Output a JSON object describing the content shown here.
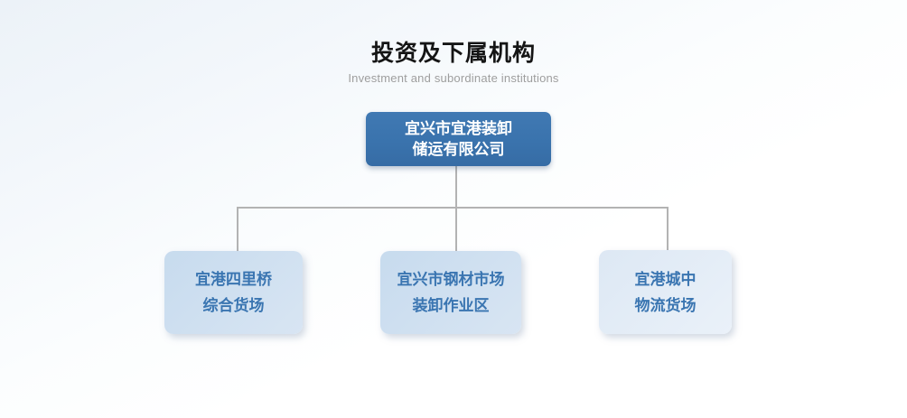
{
  "page": {
    "title": "投资及下属机构",
    "subtitle": "Investment and subordinate institutions"
  },
  "org_chart": {
    "root": {
      "name": "宜兴市宜港装卸储运有限公司",
      "line1": "宜兴市宜港装卸",
      "line2": "储运有限公司"
    },
    "children": [
      {
        "name": "宜港四里桥综合货场",
        "line1": "宜港四里桥",
        "line2": "综合货场"
      },
      {
        "name": "宜兴市钢材市场装卸作业区",
        "line1": "宜兴市钢材市场",
        "line2": "装卸作业区"
      },
      {
        "name": "宜港城中物流货场",
        "line1": "宜港城中",
        "line2": "物流货场"
      }
    ]
  },
  "colors": {
    "root_box_bg": "#3a73ad",
    "root_box_text": "#ffffff",
    "child_box_bg": "#c7dbee",
    "child_box_bg_light": "#dde8f4",
    "child_box_text": "#3a75b1",
    "connector": "#b3b3b3"
  }
}
